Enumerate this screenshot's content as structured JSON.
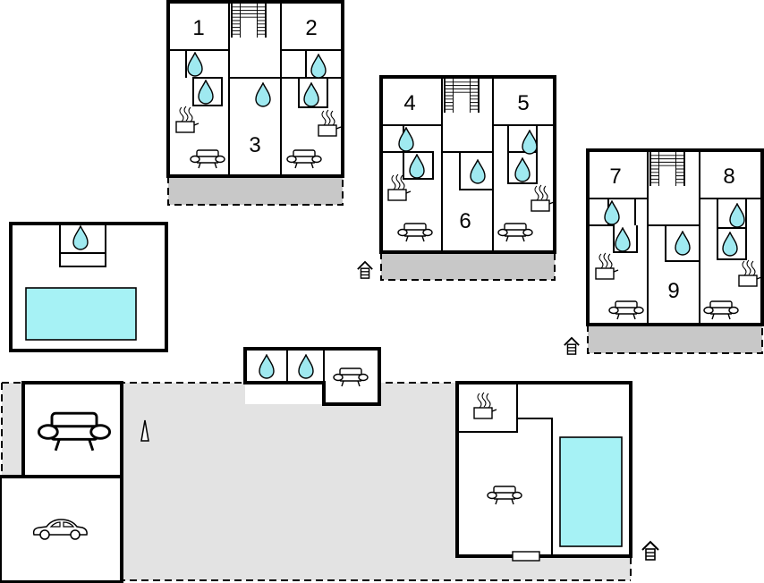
{
  "floor_plan": {
    "blocks": [
      {
        "rooms": [
          "1",
          "2",
          "3"
        ]
      },
      {
        "rooms": [
          "4",
          "5",
          "6"
        ]
      },
      {
        "rooms": [
          "7",
          "8",
          "9"
        ]
      }
    ],
    "colors": {
      "water": "#9fe9f0",
      "pool": "#a6f2f5",
      "terrace": "#c8c8c8",
      "yard": "#e3e3e3",
      "wall": "#000000"
    },
    "icons": [
      "water-drop-icon",
      "cooking-pot-icon",
      "sofa-icon",
      "stairs-icon",
      "house-marker-icon",
      "car-icon",
      "parasol-icon",
      "pool"
    ]
  }
}
